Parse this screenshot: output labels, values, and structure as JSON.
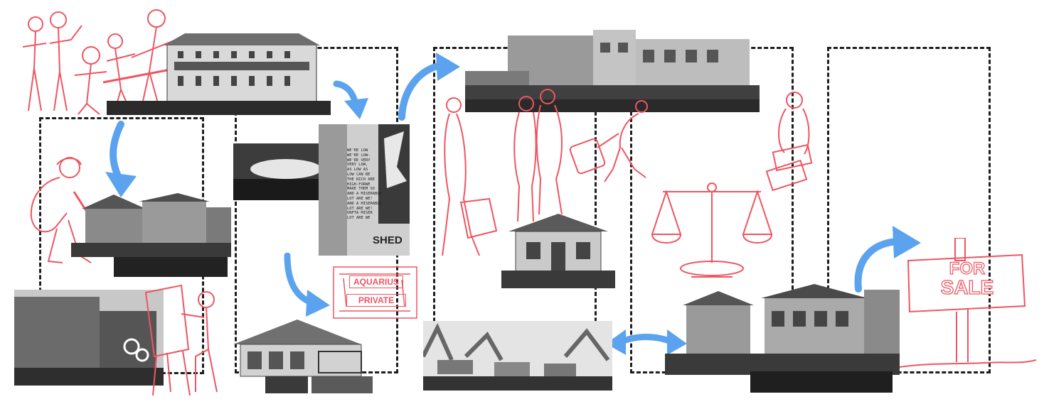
{
  "palette": {
    "sketch": "#ef5562",
    "arrow": "#5ba3ee",
    "ink": "#1e1e1e",
    "photo_dark": "#4a4a4a"
  },
  "shed_sign": {
    "handwriting_lines": [
      "WE'RE LOW",
      "WE'RE LOW-",
      "WE'RE VERY",
      "VERY LOW,",
      "AS LOW AS",
      "LOW CAN BE",
      "THE RICH ARE",
      "HIGH-FORWE",
      "MAKE THEM SO",
      "AND A MISERABLE",
      "LOT ARE WE!",
      "AND A MISERABLE",
      "LOT ARE WE!",
      "UNFTA MISER",
      "LOT ARE WE"
    ],
    "label": "SHED"
  },
  "aquarius_sign": {
    "line1": "AQUARIUS",
    "line2": "PRIVATE"
  },
  "for_sale_sign": {
    "line1": "FOR",
    "line2": "SALE"
  },
  "icons": [
    "jazz-band-sketch",
    "scales-of-justice-icon",
    "for-sale-sign-icon",
    "curved-arrow-icon",
    "double-arrow-icon",
    "suitcase-traveller-sketch",
    "painter-easel-sketch",
    "worker-sketch"
  ]
}
